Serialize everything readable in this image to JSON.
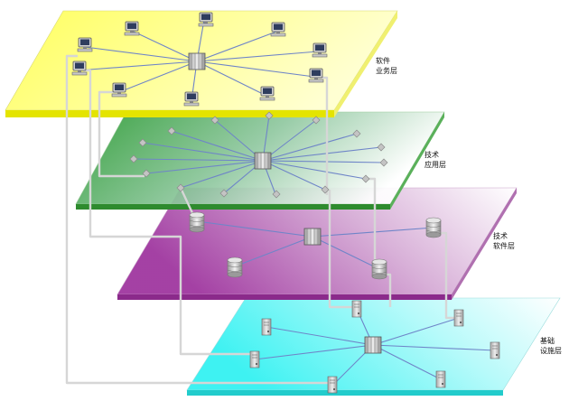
{
  "layers": [
    {
      "name": "software-business",
      "label_line1": "软件",
      "label_line2": "业务层",
      "top_color": "#ffff7a",
      "edge_color": "#e4e400",
      "node": "computer"
    },
    {
      "name": "tech-application",
      "label_line1": "技术",
      "label_line2": "应用层",
      "top_color": "#2e9a3c",
      "edge_color": "#2e8b2e",
      "node": "diamond"
    },
    {
      "name": "tech-software",
      "label_line1": "技术",
      "label_line2": "软件层",
      "top_color": "#a340a3",
      "edge_color": "#8b2a8b",
      "node": "database"
    },
    {
      "name": "infrastructure",
      "label_line1": "基础",
      "label_line2": "设施层",
      "top_color": "#5ef0f0",
      "edge_color": "#22cccc",
      "node": "server"
    }
  ],
  "colors": {
    "spoke": "#6f85c8",
    "connector": "#d8d8d8",
    "node_gray": "#b8b8b8"
  },
  "icons": [
    "computer-icon",
    "diamond-icon",
    "database-icon",
    "server-icon",
    "switch-icon"
  ]
}
